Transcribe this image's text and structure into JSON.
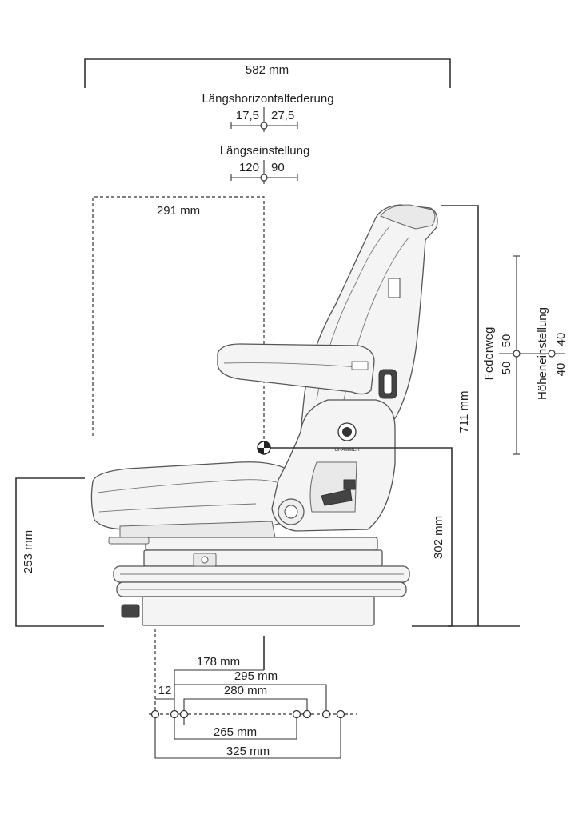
{
  "dimensions": {
    "overall_width": "582 mm",
    "horizontal_suspension_title": "Längshorizontalfederung",
    "horizontal_suspension_left": "17,5",
    "horizontal_suspension_right": "27,5",
    "fore_aft_title": "Längseinstellung",
    "fore_aft_left": "120",
    "fore_aft_right": "90",
    "seat_depth": "291 mm",
    "total_height": "711 mm",
    "seat_height": "302 mm",
    "front_height": "253 mm",
    "travel_title": "Federweg",
    "travel_up": "50",
    "travel_down": "50",
    "height_adjust_title": "Höheneinstellung",
    "height_adjust_up": "40",
    "height_adjust_down": "40",
    "offset_178": "178 mm",
    "hole_295": "295 mm",
    "small_12": "12",
    "hole_280": "280 mm",
    "hole_265": "265 mm",
    "hole_325": "325 mm"
  },
  "brand_text": "GRAMMER",
  "colors": {
    "line": "#333333",
    "seat_fill": "#f4f4f4",
    "background": "#ffffff"
  }
}
